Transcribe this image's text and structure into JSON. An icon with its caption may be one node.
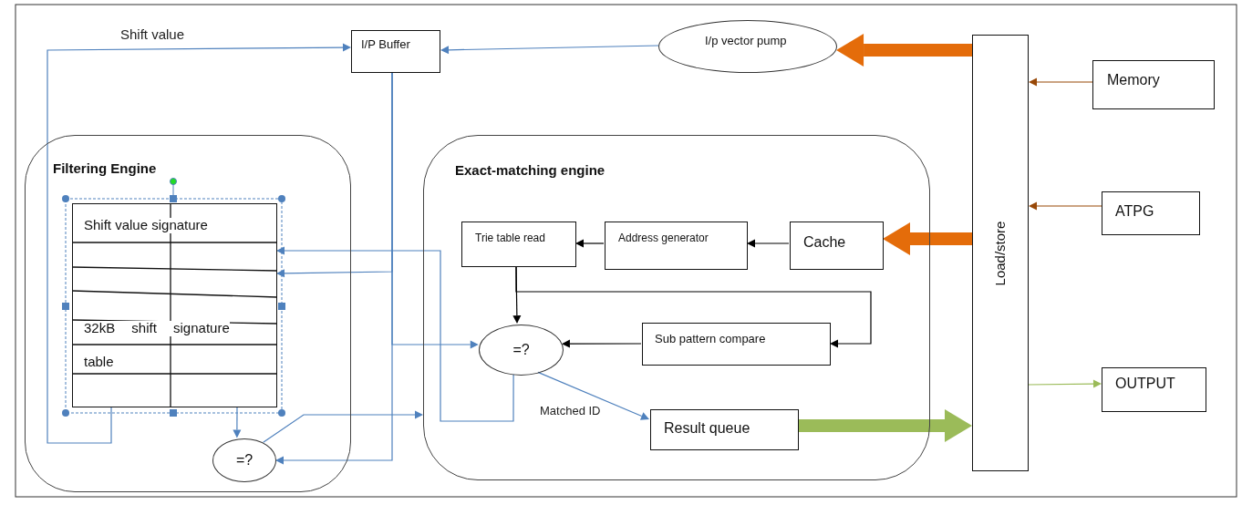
{
  "diagram": {
    "nodes": [
      {
        "text": [
          "Filtering Engine"
        ]
      },
      {
        "text": [
          "Shift value signature",
          "32kB shift signature",
          "table"
        ],
        "in": 0
      },
      {
        "text": [
          "=?"
        ],
        "in": 0
      },
      {
        "text": [
          "I/P Buffer"
        ]
      },
      {
        "text": [
          "I/p vector pump"
        ]
      },
      {
        "text": [
          "Exact-matching engine"
        ]
      },
      {
        "text": [
          "Trie table read"
        ],
        "in": 5
      },
      {
        "text": [
          "Address generator"
        ],
        "in": 5
      },
      {
        "text": [
          "Cache"
        ],
        "in": 5
      },
      {
        "text": [
          "=?"
        ],
        "in": 5
      },
      {
        "text": [
          "Sub pattern compare"
        ],
        "in": 5
      },
      {
        "text": [
          "Result queue"
        ],
        "in": 5
      },
      {
        "text": [
          "Load/store"
        ]
      },
      {
        "text": [
          "Memory"
        ]
      },
      {
        "text": [
          "ATPG"
        ]
      },
      {
        "text": [
          "OUTPUT"
        ]
      }
    ],
    "edges": [
      {
        "from": 1,
        "to": 3,
        "arrow": "to",
        "label": "Shift value"
      },
      {
        "from": 3,
        "to": 1,
        "arrow": "to"
      },
      {
        "from": 3,
        "to": 2,
        "arrow": "to"
      },
      {
        "from": 3,
        "to": 9,
        "arrow": "to"
      },
      {
        "from": 9,
        "to": 1,
        "arrow": "to"
      },
      {
        "from": 1,
        "to": 2,
        "arrow": "to"
      },
      {
        "from": 2,
        "to": 5,
        "arrow": "to"
      },
      {
        "from": 4,
        "to": 3,
        "arrow": "to"
      },
      {
        "from": 12,
        "to": 4,
        "arrow": "to",
        "style": "thick",
        "color": "#e46c0a"
      },
      {
        "from": 12,
        "to": 8,
        "arrow": "to",
        "style": "thick",
        "color": "#e46c0a"
      },
      {
        "from": 11,
        "to": 12,
        "arrow": "to",
        "style": "thick",
        "color": "#9bbb59"
      },
      {
        "from": 13,
        "to": 12,
        "arrow": "to",
        "color": "#984807"
      },
      {
        "from": 14,
        "to": 12,
        "arrow": "to",
        "color": "#984807"
      },
      {
        "from": 12,
        "to": 15,
        "arrow": "to",
        "color": "#9bbb59"
      },
      {
        "from": 8,
        "to": 7,
        "arrow": "to",
        "color": "#000000"
      },
      {
        "from": 7,
        "to": 6,
        "arrow": "to",
        "color": "#000000"
      },
      {
        "from": 6,
        "to": 9,
        "arrow": "to",
        "color": "#000000"
      },
      {
        "from": 6,
        "to": 10,
        "arrow": "to",
        "color": "#000000"
      },
      {
        "from": 10,
        "to": 9,
        "arrow": "to",
        "color": "#000000"
      },
      {
        "from": 9,
        "to": 11,
        "arrow": "to",
        "label": "Matched ID"
      }
    ]
  }
}
